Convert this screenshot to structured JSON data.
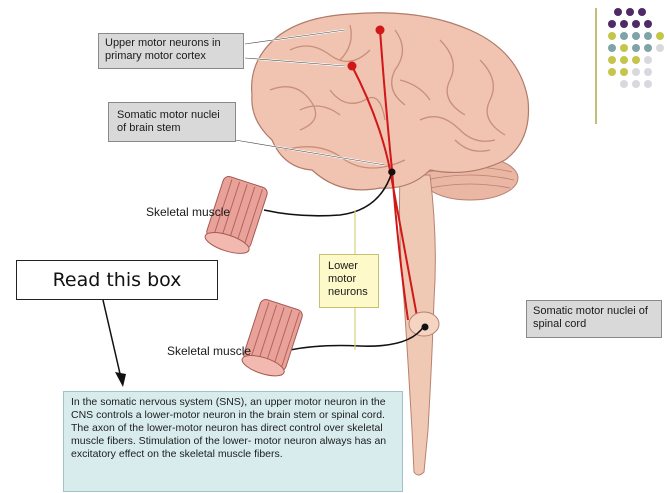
{
  "labels": {
    "upper_motor": "Upper motor neurons in primary motor cortex",
    "brainstem_nuclei": "Somatic motor nuclei of brain stem",
    "skeletal_muscle_1": "Skeletal muscle",
    "skeletal_muscle_2": "Skeletal muscle",
    "lower_motor": "Lower motor neurons",
    "spinal_nuclei": "Somatic motor nuclei of spinal cord"
  },
  "callout": {
    "text": "Read this box"
  },
  "note": {
    "text": "In the somatic nervous system (SNS), an upper motor neuron in the CNS controls a lower-motor neuron in the brain stem or spinal cord. The axon of the lower-motor neuron has direct control over skeletal muscle fibers. Stimulation of the lower- motor neuron always has an excitatory effect on the skeletal muscle fibers."
  },
  "palette": {
    "brain": "#f1c3b1",
    "brain_fold": "#c98f7d",
    "cord": "#f0c9b5",
    "neuron": "#d01818",
    "axon": "#111111",
    "muscle": "#e9a29a",
    "dot_colors": [
      "#4e2a66",
      "#7fa4a8",
      "#c4c64a",
      "#d8d8de"
    ]
  }
}
